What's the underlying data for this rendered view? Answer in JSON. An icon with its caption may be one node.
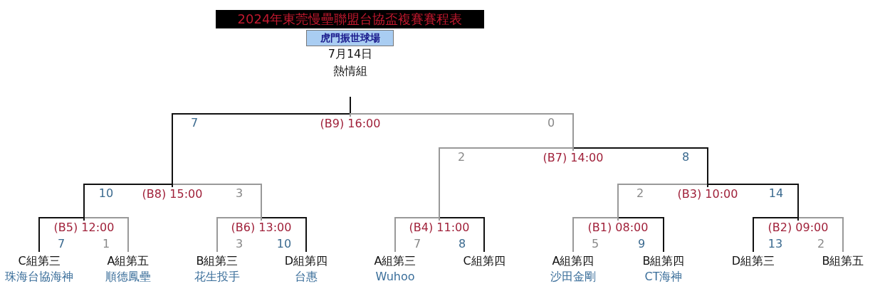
{
  "diagram": {
    "title": "2024年東莞慢壘聯盟台協盃複賽賽程表",
    "nodes": [
      {
        "text": [
          "虎門振世球場"
        ]
      },
      {
        "text": [
          "C組第三",
          "珠海台協海神"
        ]
      },
      {
        "text": [
          "A組第五",
          "順德鳳壘"
        ]
      },
      {
        "text": [
          "B組第三",
          "花生投手"
        ]
      },
      {
        "text": [
          "D組第四",
          "台惠"
        ]
      },
      {
        "text": [
          "A組第三",
          "Wuhoo"
        ]
      },
      {
        "text": [
          "C組第四"
        ]
      },
      {
        "text": [
          "A組第四",
          "沙田金剛"
        ]
      },
      {
        "text": [
          "B組第四",
          "CT海神"
        ]
      },
      {
        "text": [
          "D組第三"
        ]
      },
      {
        "text": [
          "B組第五"
        ]
      },
      {
        "text": [
          "(B9) 16:00"
        ]
      },
      {
        "text": [
          "(B8) 15:00"
        ]
      },
      {
        "text": [
          "(B7) 14:00"
        ]
      },
      {
        "text": [
          "(B3) 10:00"
        ]
      },
      {
        "text": [
          "(B5) 12:00"
        ]
      },
      {
        "text": [
          "(B6) 13:00"
        ]
      },
      {
        "text": [
          "(B4) 11:00"
        ]
      },
      {
        "text": [
          "(B1) 08:00"
        ]
      },
      {
        "text": [
          "(B2) 09:00"
        ]
      }
    ],
    "edges": [
      {
        "from": 1,
        "to": 15,
        "arrow": "none",
        "label": "7"
      },
      {
        "from": 2,
        "to": 15,
        "arrow": "none",
        "label": "1",
        "color": "#999999"
      },
      {
        "from": 3,
        "to": 16,
        "arrow": "none",
        "label": "3",
        "color": "#999999"
      },
      {
        "from": 4,
        "to": 16,
        "arrow": "none",
        "label": "10"
      },
      {
        "from": 5,
        "to": 17,
        "arrow": "none",
        "label": "7",
        "color": "#999999"
      },
      {
        "from": 6,
        "to": 17,
        "arrow": "none",
        "label": "8"
      },
      {
        "from": 7,
        "to": 18,
        "arrow": "none",
        "label": "5",
        "color": "#999999"
      },
      {
        "from": 8,
        "to": 18,
        "arrow": "none",
        "label": "9"
      },
      {
        "from": 9,
        "to": 19,
        "arrow": "none",
        "label": "13"
      },
      {
        "from": 10,
        "to": 19,
        "arrow": "none",
        "label": "2",
        "color": "#999999"
      },
      {
        "from": 15,
        "to": 12,
        "arrow": "none",
        "label": "10"
      },
      {
        "from": 16,
        "to": 12,
        "arrow": "none",
        "label": "3",
        "color": "#999999"
      },
      {
        "from": 18,
        "to": 14,
        "arrow": "none",
        "label": "2",
        "color": "#999999"
      },
      {
        "from": 19,
        "to": 14,
        "arrow": "none",
        "label": "14"
      },
      {
        "from": 17,
        "to": 13,
        "arrow": "none",
        "label": "2",
        "color": "#999999"
      },
      {
        "from": 14,
        "to": 13,
        "arrow": "none",
        "label": "8"
      },
      {
        "from": 12,
        "to": 11,
        "arrow": "none",
        "label": "7"
      },
      {
        "from": 13,
        "to": 11,
        "arrow": "none",
        "label": "0",
        "color": "#999999"
      }
    ],
    "labels": [
      "7月14日",
      "熱情組"
    ]
  }
}
